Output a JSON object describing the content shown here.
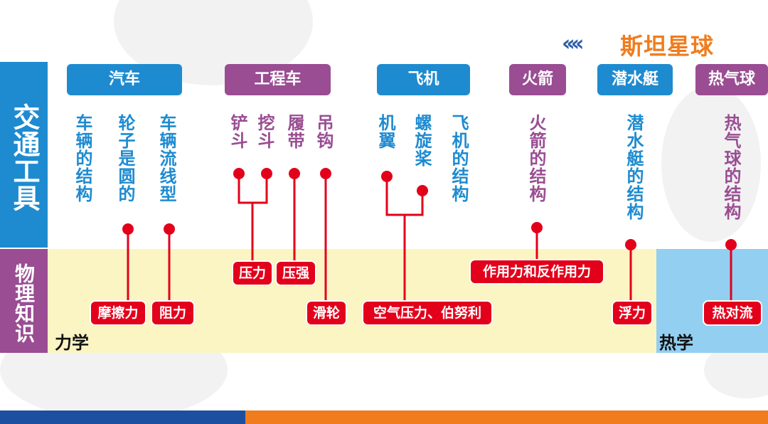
{
  "logo": {
    "chevrons": "‹‹‹‹",
    "text": "斯坦星球"
  },
  "rows": {
    "transport": "交通工具",
    "physics": "物理知识"
  },
  "bands": {
    "mechanics": "力学",
    "thermal": "热学"
  },
  "categories": {
    "car": "汽车",
    "engineering": "工程车",
    "plane": "飞机",
    "rocket": "火箭",
    "submarine": "潜水艇",
    "balloon": "热气球"
  },
  "features": {
    "car_structure": "车辆的结构",
    "car_wheel": "轮子是圆的",
    "car_streamline": "车辆流线型",
    "shovel": "铲斗",
    "digger": "挖斗",
    "track": "履带",
    "hook": "吊钩",
    "wing": "机翼",
    "propeller": "螺旋桨",
    "plane_structure": "飞机的结构",
    "rocket_structure": "火箭的结构",
    "sub_structure": "潜水艇的结构",
    "balloon_structure": "热气球的结构"
  },
  "concepts": {
    "friction": "摩擦力",
    "resistance": "阻力",
    "pressure_force": "压力",
    "pressure": "压强",
    "pulley": "滑轮",
    "air_pressure": "空气压力、伯努利",
    "action_reaction": "作用力和反作用力",
    "buoyancy": "浮力",
    "convection": "热对流"
  },
  "colors": {
    "blue": "#1e8bd0",
    "purple": "#9a4d93",
    "red": "#e3001b",
    "mech_band": "#fbf4c3",
    "therm_band": "#93cff0",
    "footer_blue": "#1d4fa0",
    "footer_orange": "#f07c1e"
  }
}
